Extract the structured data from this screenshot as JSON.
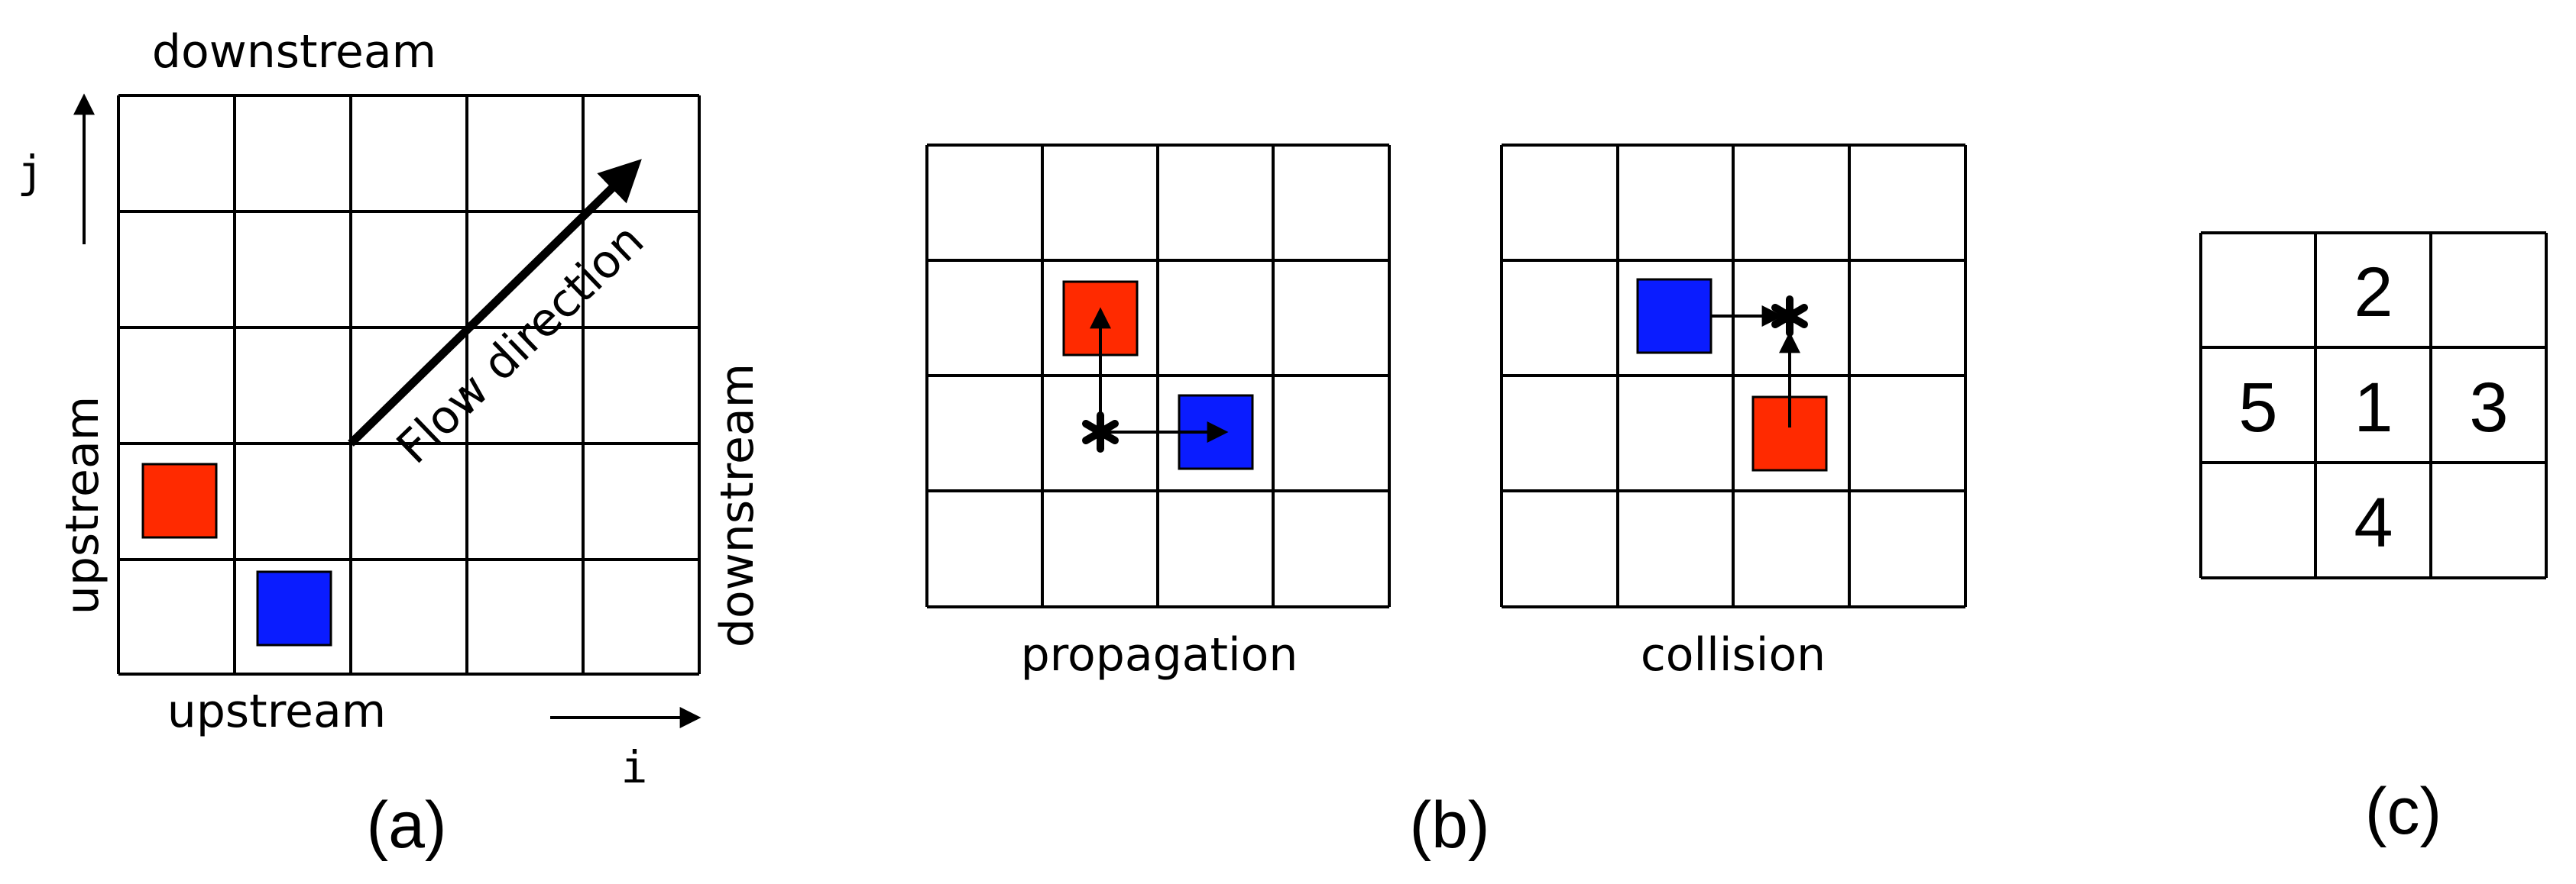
{
  "panel_a": {
    "label": "(a)",
    "top_label": "downstream",
    "bottom_label": "upstream",
    "left_label": "upstream",
    "right_label": "downstream",
    "flow_label": "Flow direction",
    "axis_i": "i",
    "axis_j": "j"
  },
  "panel_b": {
    "label": "(b)",
    "left_caption": "propagation",
    "right_caption": "collision"
  },
  "panel_c": {
    "label": "(c)",
    "cells": [
      "2",
      "5",
      "1",
      "3",
      "4"
    ]
  },
  "colors": {
    "red": "#ff2a00",
    "blue": "#0a1cff",
    "line": "#000000"
  }
}
